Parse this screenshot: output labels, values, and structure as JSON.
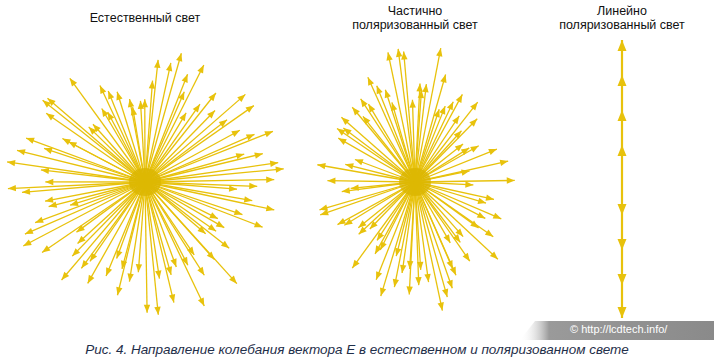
{
  "diagram": {
    "caption": "Рис. 4. Направление колебания вектора E в естественном и поляризованном свете",
    "labels": [
      "Естественный свет",
      "Частично поляризованный свет",
      "Линейно поляризованный свет",
      "© http://lcdtech.info/"
    ]
  }
}
